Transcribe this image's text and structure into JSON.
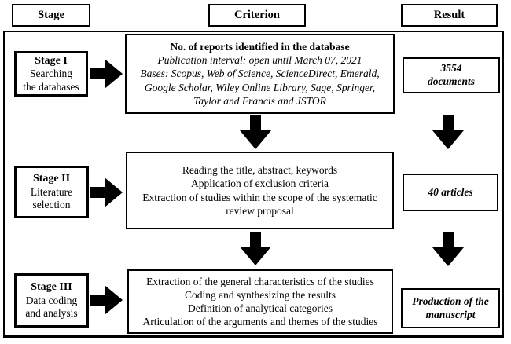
{
  "headers": {
    "stage": "Stage",
    "criterion": "Criterion",
    "result": "Result"
  },
  "rows": [
    {
      "stage_title": "Stage I",
      "stage_lines": [
        "Searching",
        "the databases"
      ],
      "criterion_title": "No. of reports identified in the database",
      "criterion_lines": [
        "Publication interval: open until March 07, 2021",
        "Bases: Scopus, Web of Science, ScienceDirect, Emerald,",
        "Google Scholar, Wiley Online Library, Sage, Springer,",
        "Taylor and Francis and JSTOR"
      ],
      "result_lines": [
        "3554",
        "documents"
      ]
    },
    {
      "stage_title": "Stage II",
      "stage_lines": [
        "Literature",
        "selection"
      ],
      "criterion_lines": [
        "Reading the title, abstract, keywords",
        "Application of exclusion criteria",
        "Extraction of studies within the scope of the systematic",
        "review proposal"
      ],
      "result_lines": [
        "40 articles"
      ]
    },
    {
      "stage_title": "Stage III",
      "stage_lines": [
        "Data coding",
        "and analysis"
      ],
      "criterion_lines": [
        "Extraction of the general characteristics of the studies",
        "Coding and synthesizing the results",
        "Definition of analytical categories",
        "Articulation of the arguments and themes of the studies"
      ],
      "result_lines": [
        "Production of the",
        "manuscript"
      ]
    }
  ],
  "colors": {
    "ink": "#000000",
    "background": "#ffffff"
  }
}
